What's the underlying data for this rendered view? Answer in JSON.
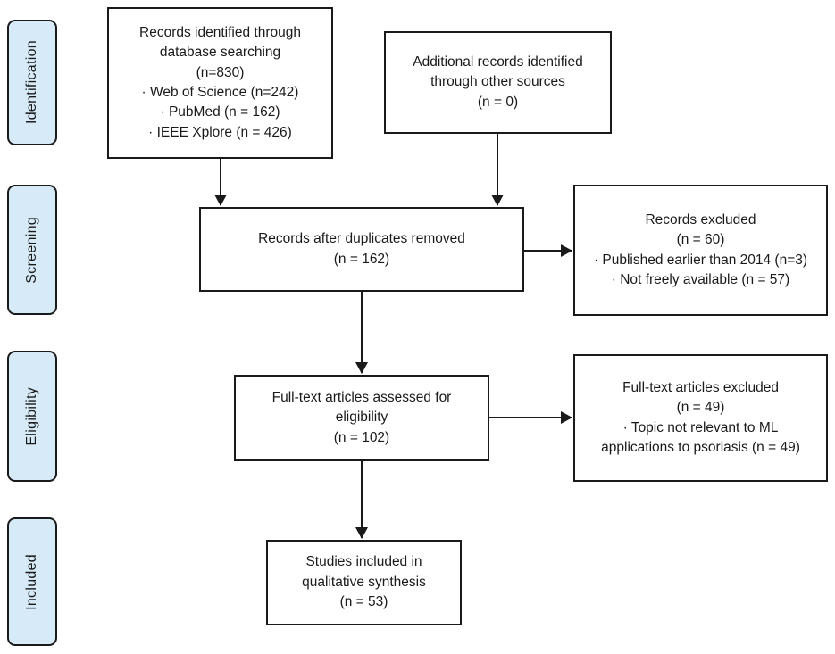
{
  "stages": [
    {
      "label": "Identification"
    },
    {
      "label": "Screening"
    },
    {
      "label": "Eligibility"
    },
    {
      "label": "Included"
    }
  ],
  "boxes": {
    "records_identified": {
      "lines": [
        "Records identified through",
        "database searching",
        "(n=830)",
        "· Web of Science (n=242)",
        "· PubMed (n = 162)",
        "· IEEE Xplore (n = 426)"
      ]
    },
    "additional_records": {
      "lines": [
        "Additional records identified",
        "through other sources",
        "(n = 0)"
      ]
    },
    "after_duplicates": {
      "lines": [
        "Records after duplicates removed",
        "(n = 162)"
      ]
    },
    "records_excluded": {
      "lines": [
        "Records excluded",
        "(n = 60)",
        "· Published earlier than 2014 (n=3)",
        "· Not freely available (n = 57)"
      ]
    },
    "fulltext_assessed": {
      "lines": [
        "Full-text articles assessed for",
        "eligibility",
        "(n = 102)"
      ]
    },
    "fulltext_excluded": {
      "lines": [
        "Full-text articles excluded",
        "(n = 49)",
        "· Topic not relevant to ML",
        "applications to psoriasis (n = 49)"
      ]
    },
    "studies_included": {
      "lines": [
        "Studies included in",
        "qualitative synthesis",
        "(n = 53)"
      ]
    }
  },
  "colors": {
    "stage_fill": "#d6ebf7",
    "box_border": "#1a1a1a",
    "arrow": "#1a1a1a",
    "background": "#ffffff"
  }
}
